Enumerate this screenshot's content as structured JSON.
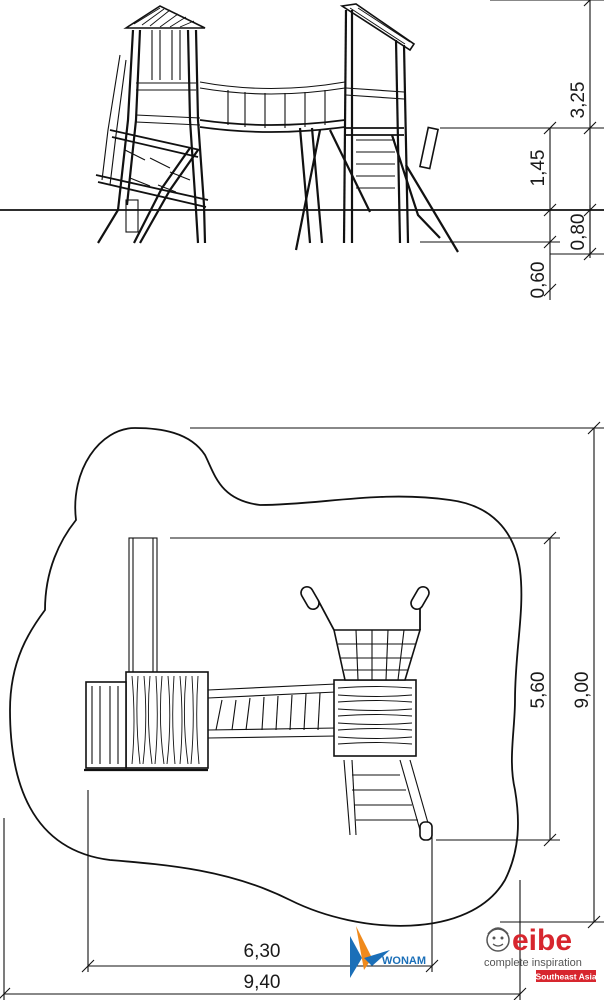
{
  "elevation": {
    "dimensions": {
      "total_height": "3,25",
      "platform_height": "1,45",
      "right_offset": "0,80",
      "foundation_depth": "0,60"
    }
  },
  "plan": {
    "dimensions": {
      "safety_depth": "9,00",
      "structure_depth": "5,60",
      "structure_width": "6,30",
      "safety_width": "9,40"
    }
  },
  "branding": {
    "partner_logo_text": "WONAM",
    "eibe_wordmark": "eibe",
    "eibe_tagline": "complete inspiration",
    "eibe_region": "Southeast Asia",
    "colors": {
      "eibe_red": "#d7262e",
      "wonam_blue": "#1b6fb8",
      "wonam_orange": "#f08a1c"
    }
  }
}
